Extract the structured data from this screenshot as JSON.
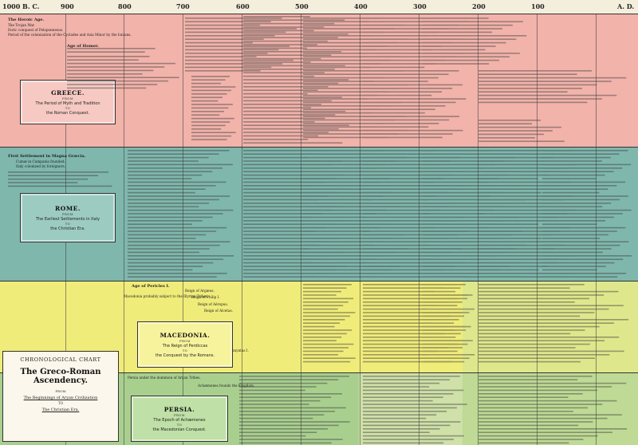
{
  "scale": {
    "ticks": [
      "1000 B. C.",
      "900",
      "800",
      "700",
      "600",
      "500",
      "400",
      "300",
      "200",
      "100",
      "A. D."
    ]
  },
  "title_box": {
    "line1": "CHRONOLOGICAL CHART",
    "line2": "The Greco-Roman Ascendency.",
    "from": "FROM",
    "line3": "The Beginnings of Aryan Civilization",
    "to": "TO",
    "line4": "The Christian Era."
  },
  "nations": {
    "greece": {
      "name": "GREECE.",
      "from": "FROM",
      "sub1": "The Period of Myth and Tradition",
      "to": "TO",
      "sub2": "the Roman Conquest."
    },
    "rome": {
      "name": "ROME.",
      "from": "FROM",
      "sub1": "The Earliest Settlements in Italy",
      "to": "TO",
      "sub2": "the Christian Era."
    },
    "macedonia": {
      "name": "MACEDONIA.",
      "from": "FROM",
      "sub1": "The Reign of Perdiccas",
      "to": "TO",
      "sub2": "the Conquest by the Romans."
    },
    "persia": {
      "name": "PERSIA.",
      "from": "FROM",
      "sub1": "The Epoch of Achæmenes",
      "to": "TO",
      "sub2": "the Macedonian Conquest."
    }
  },
  "labels": {
    "heroic_age": "The Heroic Age.",
    "trojan_war": "The Trojan War.",
    "doric_conquest": "Doric conquest of Peloponnesus.",
    "ionia": "Period of the colonization of the Cyclades and Asia Minor by the Ionians.",
    "age_homer": "Age of Homer.",
    "first_settlement": "First Settlement in Magna Græcia.",
    "cumae": "Cumæ in Campania founded.",
    "italy_colonized": "Italy colonized by foreigners.",
    "age_pericles": "Age of Pericles I.",
    "macedonia_subject": "Macedonia probably subject to the Illyrian Tribes.",
    "persia_dominion": "Persia under the dominion of Aryan Tribes.",
    "achaemenes": "Achæmenes founds the Kingdom.",
    "argaeus": "Reign of Argæus.",
    "philip_i": "Reign of Philip I.",
    "aeropus": "Reign of Aëropus.",
    "alcetas": "Reign of Alcetas.",
    "amyntas": "Reign of Amyntas I."
  }
}
